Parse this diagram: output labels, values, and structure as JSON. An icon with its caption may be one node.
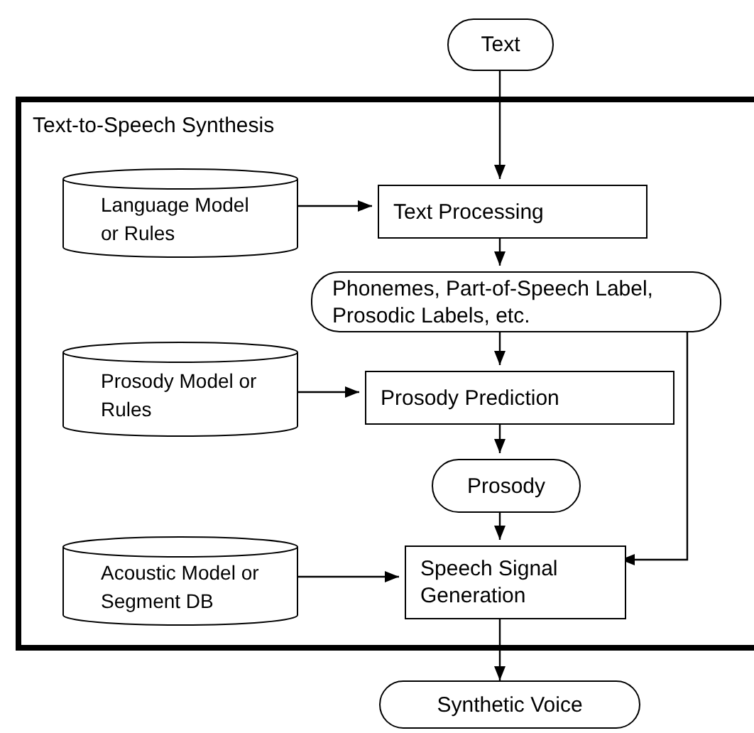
{
  "diagram": {
    "nodes": [
      {
        "text": [
          "Text"
        ]
      },
      {
        "text": [
          "Text-to-Speech Synthesis"
        ]
      },
      {
        "text": [
          "Language Model or Rules"
        ],
        "in": 1
      },
      {
        "text": [
          "Text Processing"
        ],
        "in": 1
      },
      {
        "text": [
          "Phonemes, Part-of-Speech Label, Prosodic Labels, etc."
        ],
        "in": 1
      },
      {
        "text": [
          "Prosody Model or Rules"
        ],
        "in": 1
      },
      {
        "text": [
          "Prosody Prediction"
        ],
        "in": 1
      },
      {
        "text": [
          "Prosody"
        ],
        "in": 1
      },
      {
        "text": [
          "Acoustic Model or Segment DB"
        ],
        "in": 1
      },
      {
        "text": [
          "Speech Signal Generation"
        ],
        "in": 1
      },
      {
        "text": [
          "Synthetic Voice"
        ]
      }
    ],
    "edges": [
      {
        "from": 0,
        "to": 3,
        "arrow": "to"
      },
      {
        "from": 2,
        "to": 3,
        "arrow": "to"
      },
      {
        "from": 3,
        "to": 4,
        "arrow": "to"
      },
      {
        "from": 4,
        "to": 6,
        "arrow": "to"
      },
      {
        "from": 5,
        "to": 6,
        "arrow": "to"
      },
      {
        "from": 6,
        "to": 7,
        "arrow": "to"
      },
      {
        "from": 7,
        "to": 9,
        "arrow": "to"
      },
      {
        "from": 4,
        "to": 9,
        "arrow": "to"
      },
      {
        "from": 8,
        "to": 9,
        "arrow": "to"
      },
      {
        "from": 9,
        "to": 10,
        "arrow": "to"
      }
    ]
  }
}
